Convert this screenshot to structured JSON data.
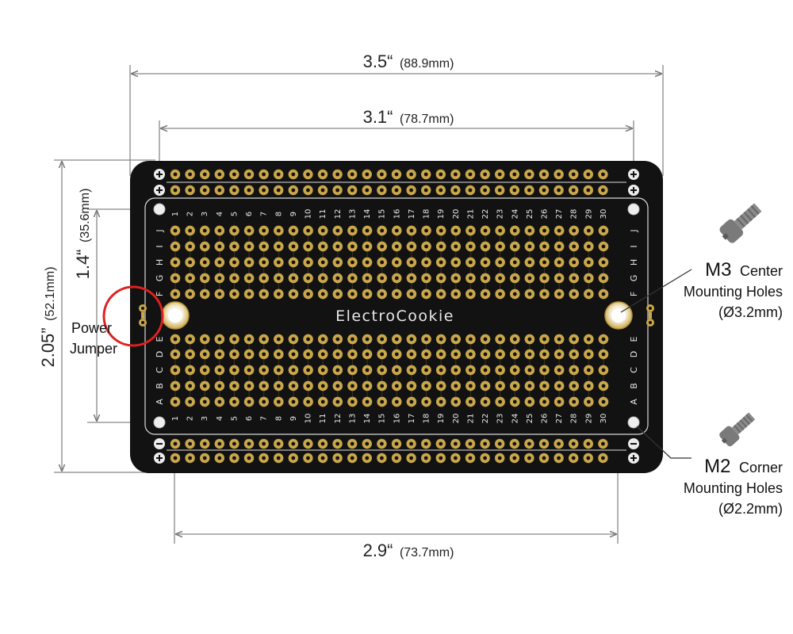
{
  "diagram": {
    "dimensions": {
      "overall_width": {
        "value": "3.5“",
        "metric": "(88.9mm)"
      },
      "hole_span_width": {
        "value": "3.1“",
        "metric": "(78.7mm)"
      },
      "mounting_span_width": {
        "value": "2.9“",
        "metric": "(73.7mm)"
      },
      "overall_height": {
        "value": "2.05”",
        "metric": "(52.1mm)"
      },
      "mounting_span_height": {
        "value": "1.4“",
        "metric": "(35.6mm)"
      }
    },
    "callouts": {
      "power_jumper": {
        "line1": "Power",
        "line2": "Jumper"
      },
      "m3": {
        "size": "M3",
        "line1": "Center",
        "line2": "Mounting Holes",
        "line3": "(Ø3.2mm)"
      },
      "m2": {
        "size": "M2",
        "line1": "Corner",
        "line2": "Mounting Holes",
        "line3": "(Ø2.2mm)"
      }
    },
    "board": {
      "brand": "ElectroCookie",
      "columns": [
        "1",
        "2",
        "3",
        "4",
        "5",
        "6",
        "7",
        "8",
        "9",
        "10",
        "11",
        "12",
        "13",
        "14",
        "15",
        "16",
        "17",
        "18",
        "19",
        "20",
        "21",
        "22",
        "23",
        "24",
        "25",
        "26",
        "27",
        "28",
        "29",
        "30"
      ],
      "rows_top": [
        "J",
        "I",
        "H",
        "G",
        "F"
      ],
      "rows_bottom": [
        "E",
        "D",
        "C",
        "B",
        "A"
      ],
      "colors": {
        "board": "#121212",
        "pad": "#c9a74a",
        "silkscreen": "#e9e9e9",
        "highlight": "#e02020"
      }
    }
  }
}
